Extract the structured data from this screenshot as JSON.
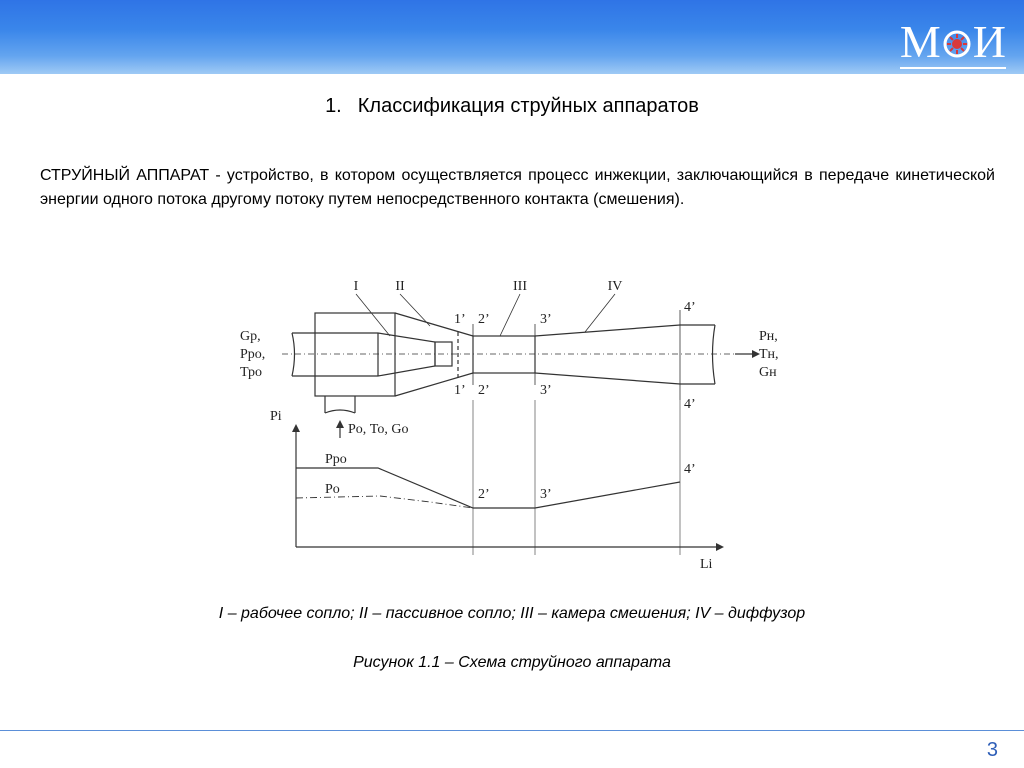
{
  "header": {
    "logo": {
      "letter_left": "М",
      "letter_right": "И"
    }
  },
  "slide": {
    "title_number": "1.",
    "title": "Классификация струйных аппаратов",
    "definition": "СТРУЙНЫЙ АППАРАТ  - устройство, в котором осуществляется процесс инжекции, заключающийся в передаче кинетической энергии одного потока другому потоку путем непосредственного контакта (смешения).",
    "legend": "I – рабочее сопло; II – пассивное сопло; III – камера смешения; IV – диффузор",
    "caption": "Рисунок 1.1 – Схема струйного аппарата",
    "page_number": "3"
  },
  "figure": {
    "part_labels": {
      "I": "I",
      "II": "II",
      "III": "III",
      "IV": "IV"
    },
    "section_labels": {
      "s1": "1’",
      "s2": "2’",
      "s3": "3’",
      "s4": "4’"
    },
    "inlet_labels": {
      "line1": "Gp,",
      "line2": "Pро,",
      "line3": "Тро"
    },
    "outlet_labels": {
      "line1": "Рн,",
      "line2": "Тн,",
      "line3": "Gн"
    },
    "suction_label": "Pо, To, Go",
    "graph": {
      "y_axis_label": "Pi",
      "x_axis_label": "Li",
      "curve_labels": {
        "ppo": "Pро",
        "po": "Pо"
      },
      "point_labels": {
        "p2": "2’",
        "p3": "3’",
        "p4": "4’"
      }
    }
  },
  "colors": {
    "header_blue": "#2f74e6",
    "footer_line": "#5b8fd8",
    "page_number": "#2f5fb8"
  }
}
